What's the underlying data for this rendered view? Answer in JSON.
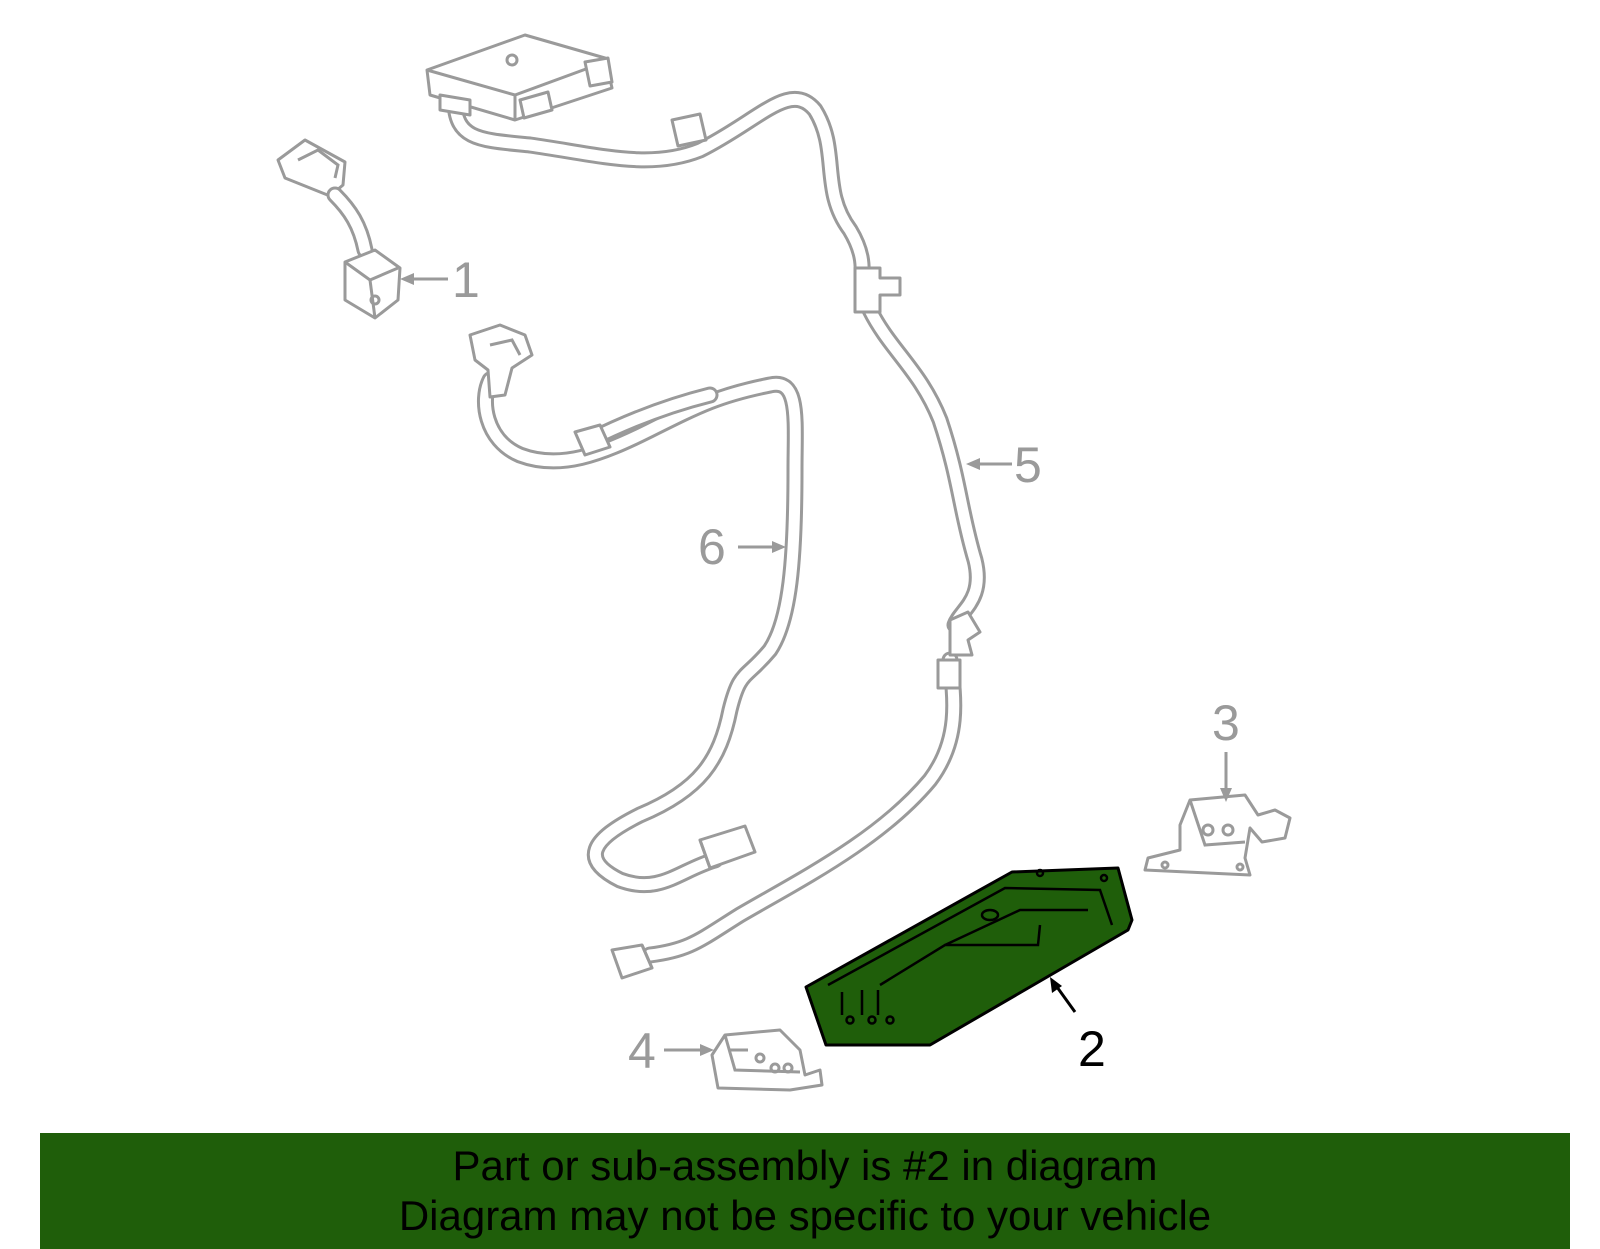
{
  "callouts": {
    "c1": "1",
    "c2": "2",
    "c3": "3",
    "c4": "4",
    "c5": "5",
    "c6": "6"
  },
  "highlighted_part": "2",
  "colors": {
    "highlight_fill": "#1f5e0a",
    "banner_background": "#1f5e0a",
    "line_art": "#9a9a9a"
  },
  "banner": {
    "line1": "Part or sub-assembly is #2 in diagram",
    "line2": "Diagram may not be specific to your vehicle"
  }
}
